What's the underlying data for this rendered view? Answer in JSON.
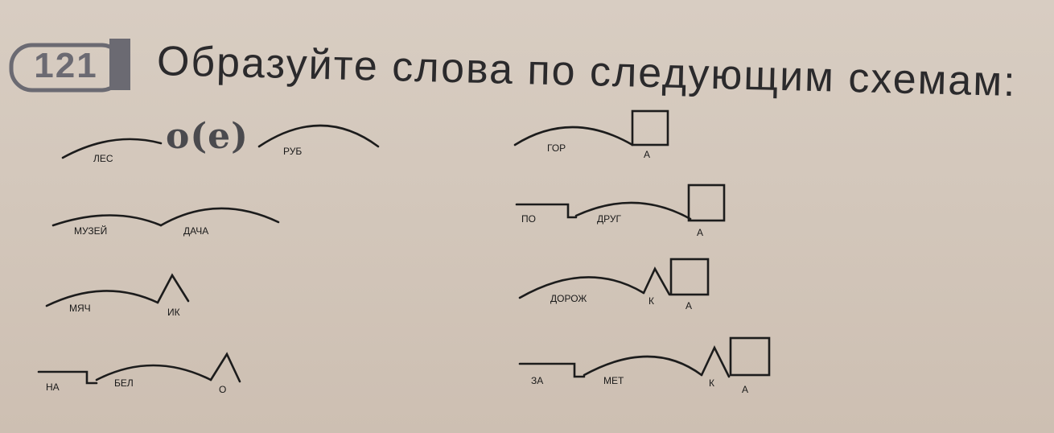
{
  "exercise": {
    "number": "121",
    "title": "Образуйте слова по следующим схемам:",
    "connector": "о(е)"
  },
  "schemes": {
    "s1": {
      "root1": "ЛЕС",
      "root2": "РУБ"
    },
    "s2": {
      "root1": "МУЗЕЙ",
      "root2": "ДАЧА"
    },
    "s3": {
      "root": "МЯЧ",
      "suffix": "ИК"
    },
    "s4": {
      "prefix": "НА",
      "root": "БЕЛ",
      "suffix": "О"
    },
    "s5": {
      "root": "ГОР",
      "ending": "А"
    },
    "s6": {
      "prefix": "ПО",
      "root": "ДРУГ",
      "ending": "А"
    },
    "s7": {
      "root": "ДОРОЖ",
      "suffix": "К",
      "ending": "А"
    },
    "s8": {
      "prefix": "ЗА",
      "root": "МЕТ",
      "suffix": "К",
      "ending": "А"
    }
  },
  "colors": {
    "ink": "#1a1a1a",
    "badge": "#6b6a72",
    "paper": "#d3c7bb"
  }
}
